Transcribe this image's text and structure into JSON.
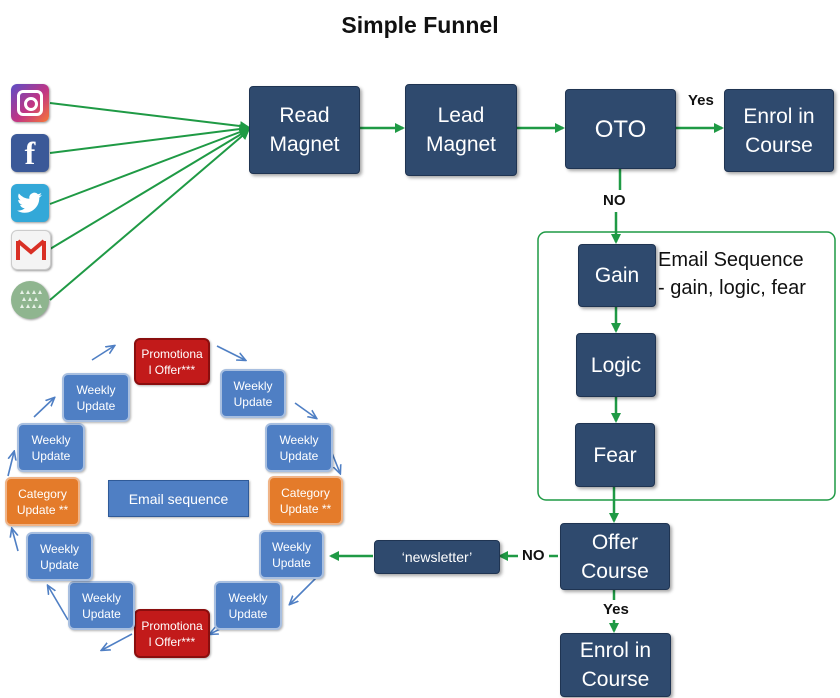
{
  "title": "Simple Funnel",
  "nodes": {
    "read_magnet": "Read\nMagnet",
    "lead_magnet": "Lead\nMagnet",
    "oto": "OTO",
    "enrol_top": "Enrol in\nCourse",
    "gain": "Gain",
    "logic": "Logic",
    "fear": "Fear",
    "offer_course": "Offer\nCourse",
    "enrol_bottom": "Enrol in\nCourse",
    "newsletter": "‘newsletter’"
  },
  "labels": {
    "yes_top": "Yes",
    "no_oto": "NO",
    "email_sequence_note": "Email Sequence\n- gain, logic, fear",
    "no_offer": "NO",
    "yes_bottom": "Yes"
  },
  "cycle": {
    "center": "Email sequence",
    "promo_top": "Promotiona\nl Offer***",
    "weekly_1": "Weekly\nUpdate",
    "weekly_2": "Weekly\nUpdate",
    "category_right": "Category\nUpdate **",
    "weekly_3": "Weekly\nUpdate",
    "weekly_4": "Weekly\nUpdate",
    "promo_bottom": "Promotiona\nl Offer***",
    "weekly_5": "Weekly\nUpdate",
    "weekly_6": "Weekly\nUpdate",
    "category_left": "Category\nUpdate **",
    "weekly_7": "Weekly\nUpdate",
    "weekly_8": "Weekly\nUpdate"
  },
  "sources": {
    "icons": [
      "instagram-icon",
      "facebook-icon",
      "twitter-icon",
      "gmail-icon",
      "community-icon"
    ],
    "facebook_glyph": "f"
  },
  "colors": {
    "box": "#2f4a6e",
    "arrow_green": "#1f9a45",
    "arrow_blue": "#4f7fc4",
    "weekly": "#4f7fc4",
    "category": "#e47b2a",
    "promo": "#c21a1a"
  }
}
